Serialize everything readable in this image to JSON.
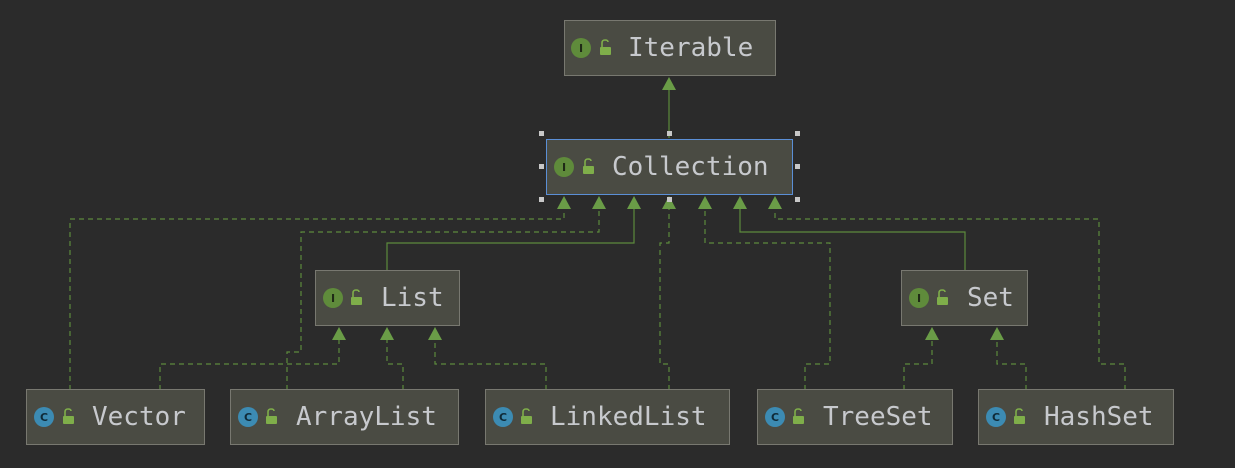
{
  "nodes": {
    "iterable": {
      "label": "Iterable",
      "kind": "I"
    },
    "collection": {
      "label": "Collection",
      "kind": "I"
    },
    "list": {
      "label": "List",
      "kind": "I"
    },
    "set": {
      "label": "Set",
      "kind": "I"
    },
    "vector": {
      "label": "Vector",
      "kind": "C"
    },
    "arraylist": {
      "label": "ArrayList",
      "kind": "C"
    },
    "linkedlist": {
      "label": "LinkedList",
      "kind": "C"
    },
    "treeset": {
      "label": "TreeSet",
      "kind": "C"
    },
    "hashset": {
      "label": "HashSet",
      "kind": "C"
    }
  },
  "colors": {
    "background": "#2b2b2b",
    "node_fill": "#4a4b43",
    "node_border": "#787870",
    "selected_border": "#5b8fd6",
    "edge": "#5c8a3c",
    "interface_badge": "#5f8b3b",
    "class_badge": "#3c8bb3",
    "label_text": "#c7c9cd"
  },
  "icons": {
    "interface_badge": "interface-icon",
    "class_badge": "class-icon",
    "visibility": "public-lock-icon"
  }
}
